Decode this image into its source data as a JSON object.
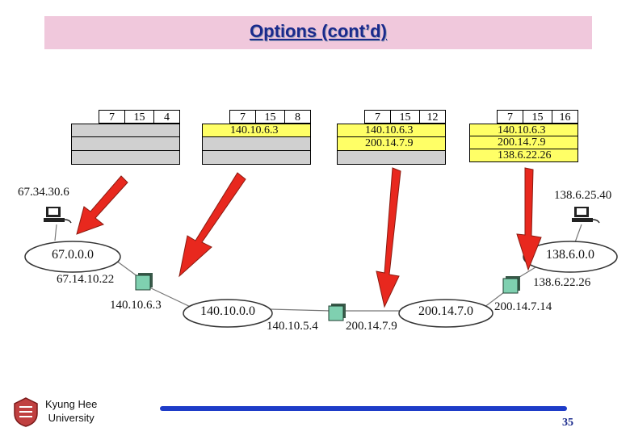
{
  "title": "Options (cont’d)",
  "tables": [
    {
      "header": [
        "7",
        "15",
        "4"
      ],
      "rows": [
        "",
        "",
        ""
      ],
      "highlight": [
        false,
        false,
        false
      ]
    },
    {
      "header": [
        "7",
        "15",
        "8"
      ],
      "rows": [
        "140.10.6.3",
        "",
        ""
      ],
      "highlight": [
        true,
        false,
        false
      ]
    },
    {
      "header": [
        "7",
        "15",
        "12"
      ],
      "rows": [
        "140.10.6.3",
        "200.14.7.9",
        ""
      ],
      "highlight": [
        true,
        true,
        false
      ]
    },
    {
      "header": [
        "7",
        "15",
        "16"
      ],
      "rows": [
        "140.10.6.3",
        "200.14.7.9",
        "138.6.22.26"
      ],
      "highlight": [
        true,
        true,
        true
      ]
    }
  ],
  "networks": {
    "net1": "67.0.0.0",
    "net2": "140.10.0.0",
    "net3": "200.14.7.0",
    "net4": "138.6.0.0"
  },
  "addresses": {
    "host_left": "67.34.30.6",
    "host_right": "138.6.25.40",
    "r1_left": "67.14.10.22",
    "r1_right": "140.10.6.3",
    "r2_left": "140.10.5.4",
    "r2_right": "200.14.7.9",
    "r3_left": "200.14.7.14",
    "r3_right": "138.6.22.26"
  },
  "footer": {
    "university_line1": "Kyung Hee",
    "university_line2": "University",
    "page_number": "35"
  },
  "colors": {
    "title_band": "#f0c8dc",
    "title_text": "#1a2a8c",
    "arrow": "#e8281e",
    "highlight_row": "#ffff66",
    "empty_row": "#d0d0d0",
    "router": "#7fd0b0",
    "footer_bar": "#1e3cc8"
  }
}
